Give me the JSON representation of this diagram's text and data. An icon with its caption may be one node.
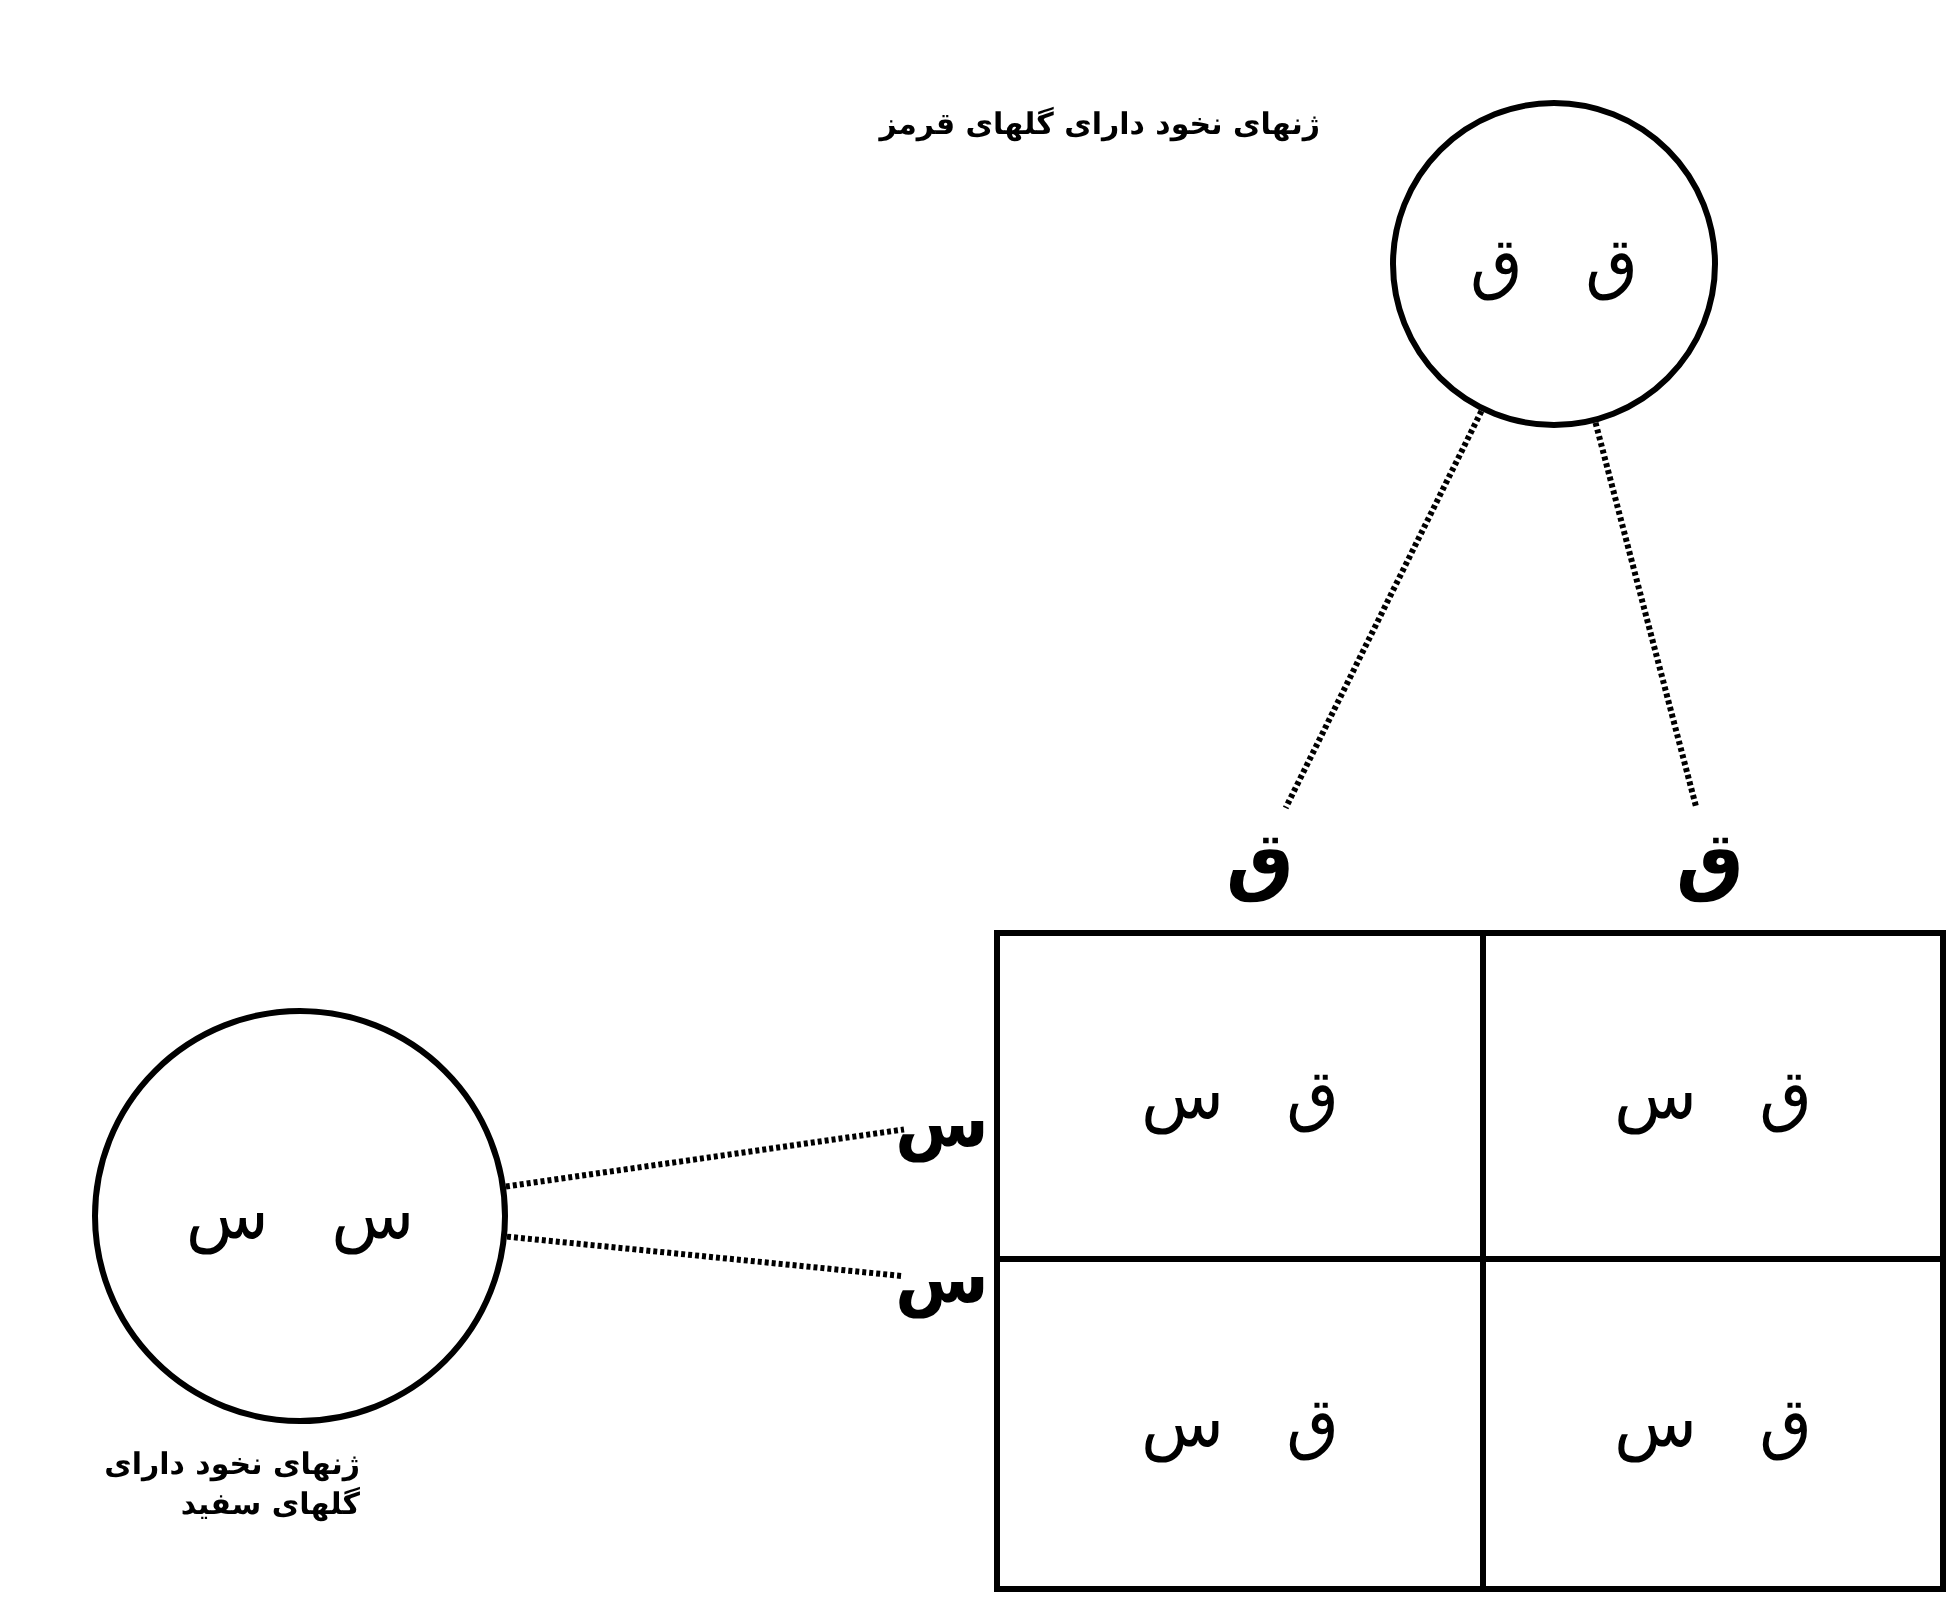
{
  "diagram": {
    "nodes": [
      {
        "text": [
          "ق ق"
        ],
        "beside": [
          "ژنهای نخود دارای گلهای قرمز"
        ]
      },
      {
        "text": [
          "س س"
        ],
        "beside": [
          "ژنهای نخود دارای گلهای سفید"
        ]
      },
      {
        "text": [
          "ق"
        ]
      },
      {
        "text": [
          "ق"
        ]
      },
      {
        "text": [
          "س"
        ]
      },
      {
        "text": [
          "س"
        ]
      },
      {
        "text": [
          "ق س"
        ]
      },
      {
        "text": [
          "ق س"
        ]
      },
      {
        "text": [
          "ق س"
        ]
      },
      {
        "text": [
          "ق س"
        ]
      }
    ],
    "edges": [
      {
        "from": 0,
        "to": 2,
        "arrow": "none",
        "style": "dashed"
      },
      {
        "from": 0,
        "to": 3,
        "arrow": "none",
        "style": "dashed"
      },
      {
        "from": 1,
        "to": 4,
        "arrow": "none",
        "style": "dashed"
      },
      {
        "from": 1,
        "to": 5,
        "arrow": "none",
        "style": "dashed"
      }
    ]
  }
}
